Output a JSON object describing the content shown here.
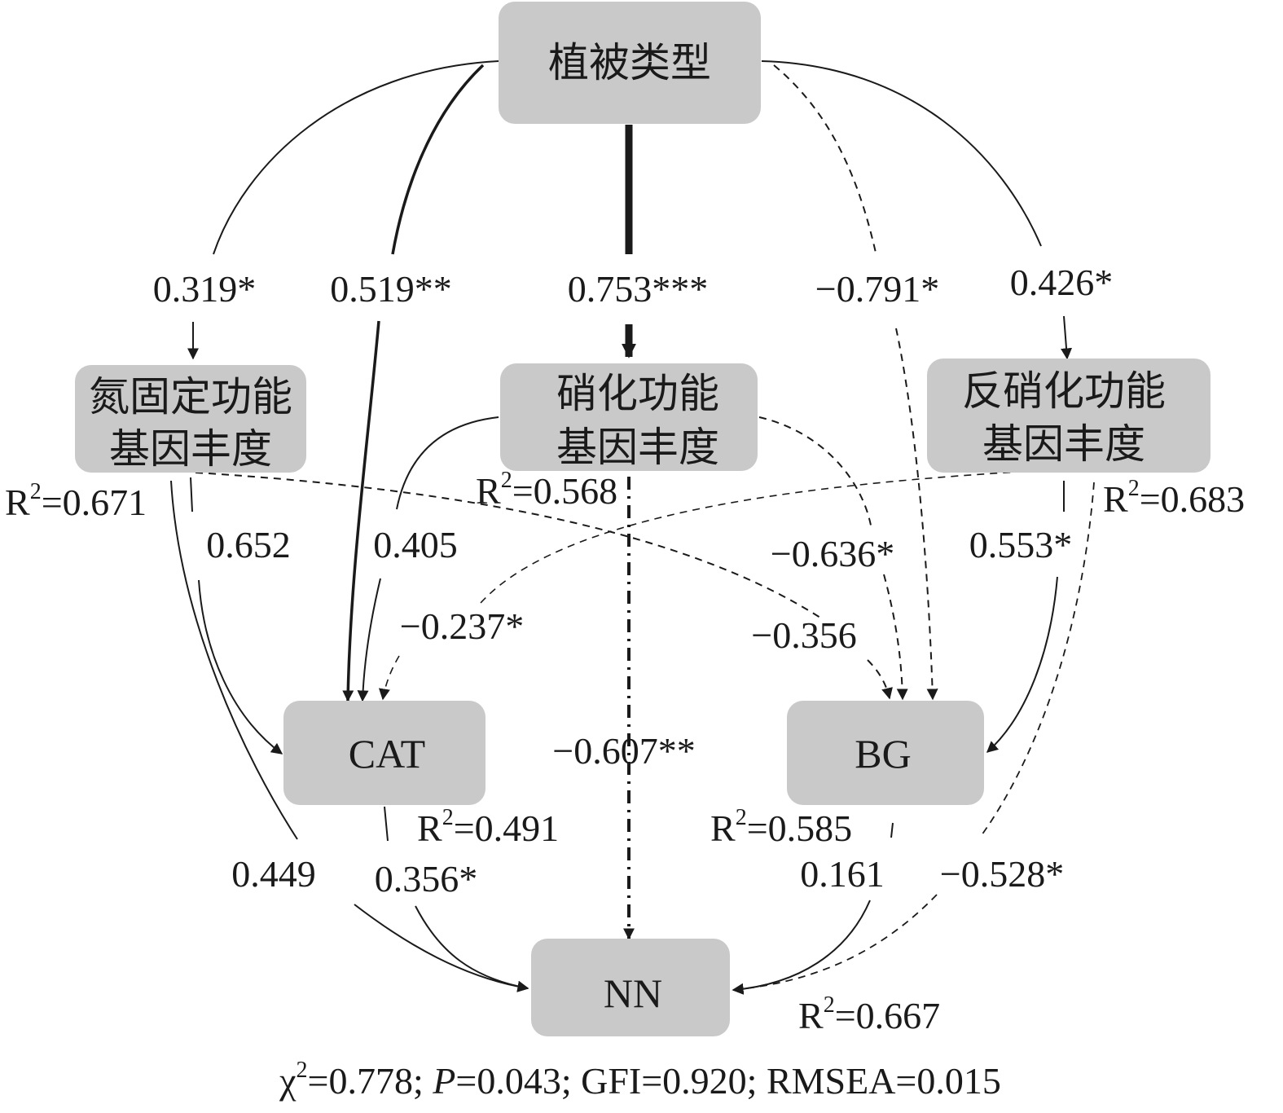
{
  "nodes": {
    "vegetation": "植被类型",
    "nfix_line1": "氮固定功能",
    "nfix_line2": "基因丰度",
    "nitrif_line1": "硝化功能",
    "nitrif_line2": "基因丰度",
    "denitrif_line1": "反硝化功能",
    "denitrif_line2": "基因丰度",
    "cat": "CAT",
    "bg": "BG",
    "nn": "NN"
  },
  "coefficients": {
    "veg_nfix": "0.319*",
    "veg_cat": "0.519**",
    "veg_nitrif": "0.753***",
    "veg_bg": "−0.791*",
    "veg_denitrif": "0.426*",
    "nfix_cat": "0.652",
    "nitrif_cat": "0.405",
    "denitrif_cat": "−0.237*",
    "nitrif_bg": "−0.636*",
    "nfix_bg": "−0.356",
    "denitrif_bg": "0.553*",
    "nitrif_nn": "−0.607**",
    "nfix_nn": "0.449",
    "cat_nn": "0.356*",
    "bg_nn": "0.161",
    "denitrif_nn": "−0.528*"
  },
  "r_squared": {
    "prefix": "R",
    "superscript": "2",
    "nfix": "=0.671",
    "nitrif": "=0.568",
    "denitrif": "=0.683",
    "cat": "=0.491",
    "bg": "=0.585",
    "nn": "=0.667"
  },
  "fit": {
    "chi": "χ",
    "chi_sup": "2",
    "chi_val": "=0.778; ",
    "p": "P",
    "p_val": "=0.043; GFI=0.920; RMSEA=0.015"
  },
  "colors": {
    "node_fill": "#c9c9c9",
    "line": "#1a1a1a",
    "background": "#ffffff"
  }
}
